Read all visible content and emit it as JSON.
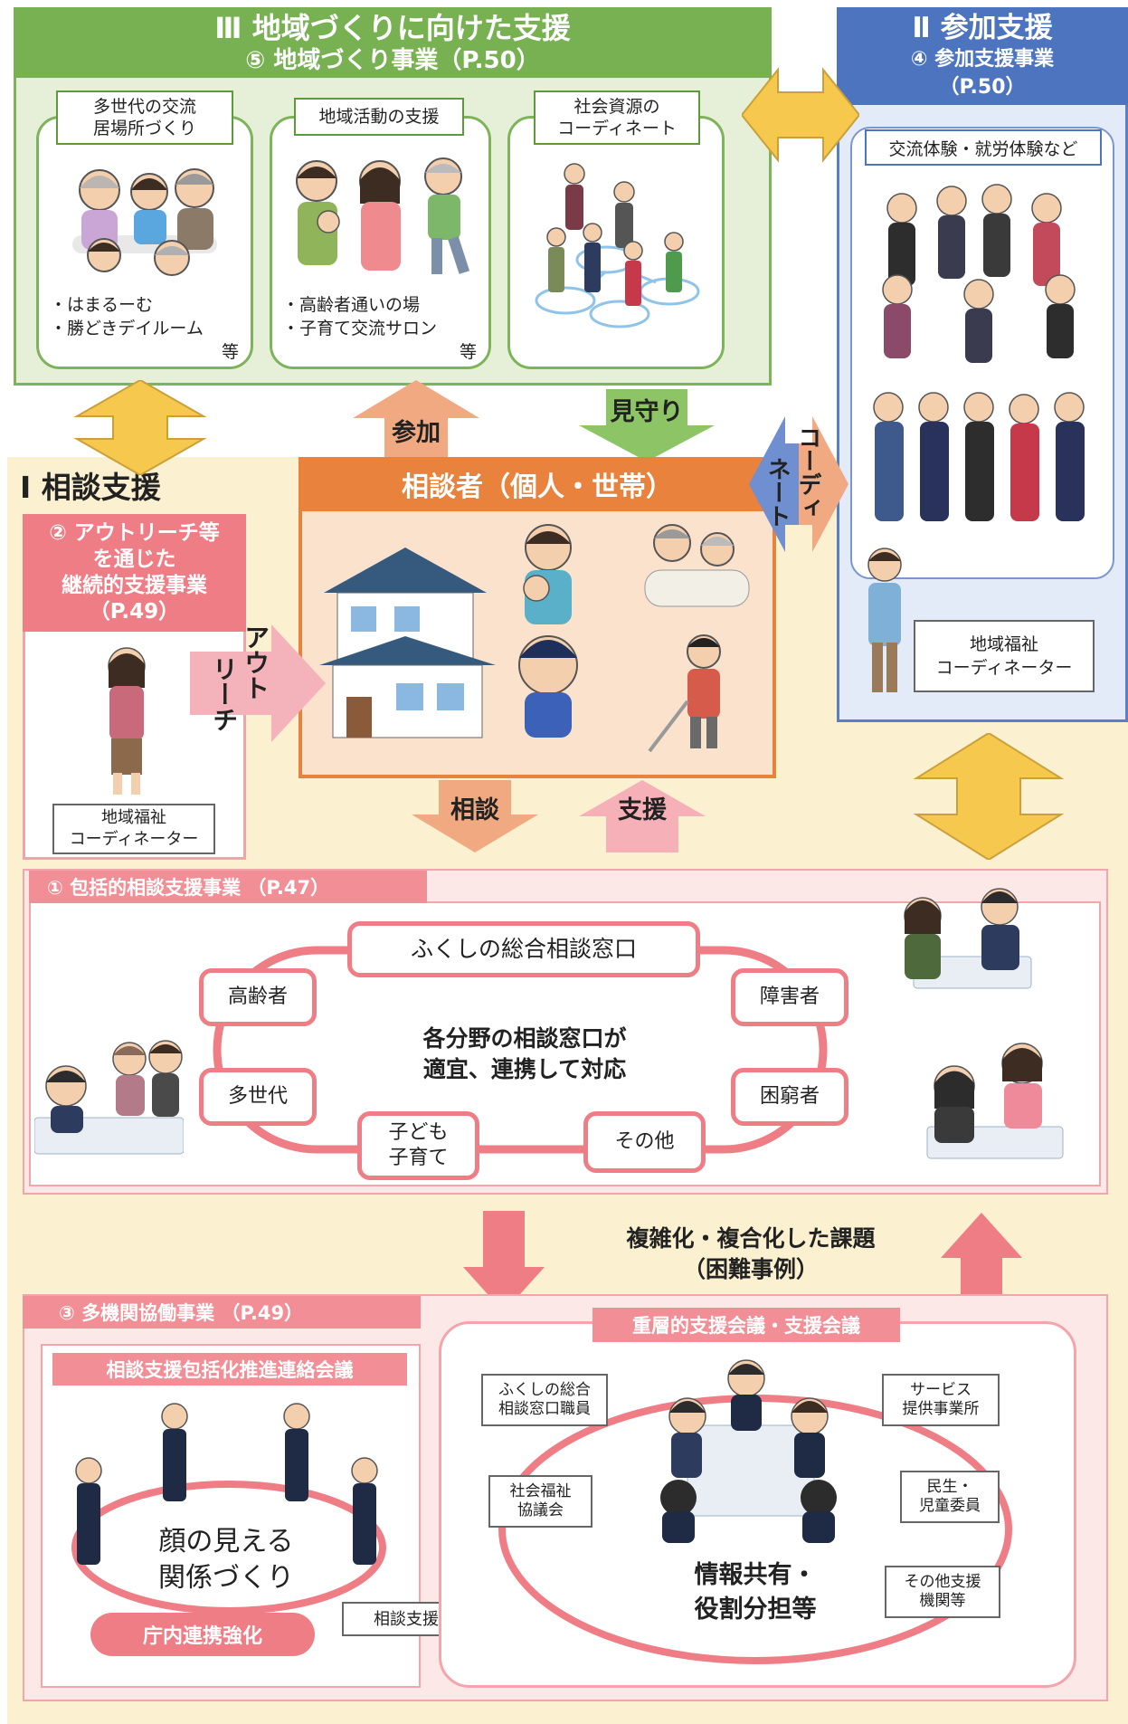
{
  "section3": {
    "title": "Ⅲ 地域づくりに向けた支援",
    "subtitle": "⑤ 地域づくり事業（P.50）",
    "cards": [
      {
        "tag_line1": "多世代の交流",
        "tag_line2": "居場所づくり",
        "lines": [
          "・はまるーむ",
          "・勝どきデイルーム"
        ],
        "etc": "等"
      },
      {
        "tag_line1": "地域活動の支援",
        "tag_line2": "",
        "lines": [
          "・高齢者通いの場",
          "・子育て交流サロン"
        ],
        "etc": "等"
      },
      {
        "tag_line1": "社会資源の",
        "tag_line2": "コーディネート",
        "lines": [],
        "etc": ""
      }
    ]
  },
  "section2": {
    "title": "Ⅱ 参加支援",
    "subtitle": "④ 参加支援事業",
    "page": "（P.50）",
    "tag": "交流体験・就労体験など",
    "coordinator_line1": "地域福祉",
    "coordinator_line2": "コーディネーター"
  },
  "section1": {
    "title": "Ⅰ 相談支援"
  },
  "consulter": {
    "title": "相談者（個人・世帯）"
  },
  "arrows": {
    "participation": "参加",
    "watch": "見守り",
    "coordinate_line1": "コーディ",
    "coordinate_line2": "ネート",
    "outreach_line1": "アウト",
    "outreach_line2": "リーチ",
    "consult": "相談",
    "support": "支援"
  },
  "outreach": {
    "title_lines": [
      "② アウトリーチ等",
      "を通じた",
      "継続的支援事業",
      "（P.49）"
    ],
    "coordinator_line1": "地域福祉",
    "coordinator_line2": "コーディネーター"
  },
  "comprehensive": {
    "title": "① 包括的相談支援事業 （P.47）",
    "center_window": "ふくしの総合相談窓口",
    "center_text_line1": "各分野の相談窓口が",
    "center_text_line2": "適宜、連携して対応",
    "windows": [
      "高齢者",
      "障害者",
      "多世代",
      "困窮者",
      "子ども\n子育て",
      "その他"
    ]
  },
  "issue": {
    "line1": "複雑化・複合化した課題",
    "line2": "（困難事例）"
  },
  "multi_agency": {
    "title": "③ 多機関協働事業 （P.49）",
    "liaison_title": "相談支援包括化推進連絡会議",
    "faces_line1": "顔の見える",
    "faces_line2": "関係づくり",
    "internal": "庁内連携強化",
    "promoter": "相談支援包括化推進員",
    "conference_title": "重層的支援会議・支援会議",
    "info_line1": "情報共有・",
    "info_line2": "役割分担等",
    "callouts": [
      {
        "line1": "ふくしの総合",
        "line2": "相談窓口職員"
      },
      {
        "line1": "サービス",
        "line2": "提供事業所"
      },
      {
        "line1": "社会福祉",
        "line2": "協議会"
      },
      {
        "line1": "民生・",
        "line2": "児童委員"
      },
      {
        "line1": "その他支援",
        "line2": "機関等"
      }
    ]
  },
  "colors": {
    "green": "#78b152",
    "blue": "#4d74bf",
    "orange": "#e8823c",
    "pink": "#ef7d85",
    "cream": "#fbf0cf",
    "yellow_arrow": "#f6c94e"
  }
}
